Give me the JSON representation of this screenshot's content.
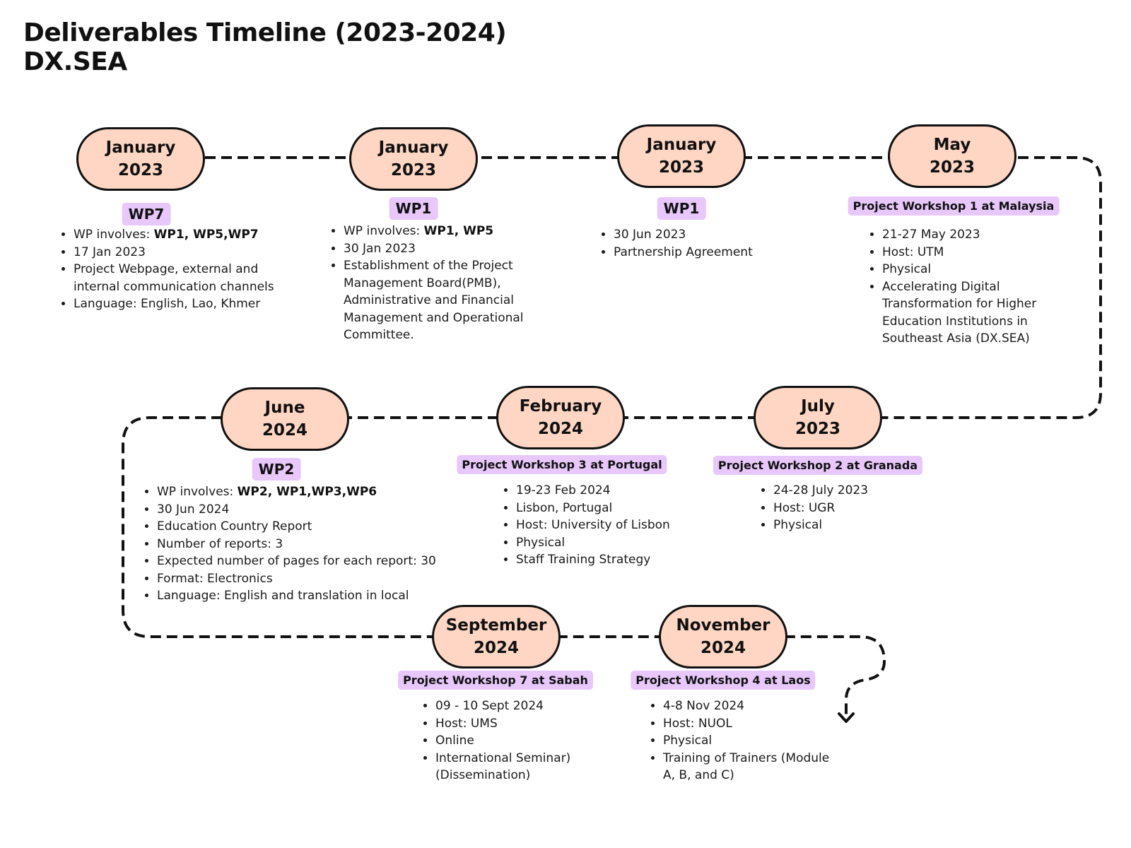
{
  "title": {
    "line1": "Deliverables Timeline (2023-2024)",
    "line2": "DX.SEA"
  },
  "colors": {
    "node_fill": "#ffd6c4",
    "badge_fill": "#e8c7fb",
    "line": "#111111"
  },
  "milestones": [
    {
      "date_line1": "January",
      "date_line2": "2023",
      "badge": "WP7",
      "items": [
        {
          "prefix": "WP involves: ",
          "bold": "WP1, WP5,WP7"
        },
        {
          "text": "17 Jan 2023"
        },
        {
          "text": "Project Webpage, external and internal communication channels"
        },
        {
          "text": "Language: English, Lao, Khmer"
        }
      ]
    },
    {
      "date_line1": "January",
      "date_line2": "2023",
      "badge": "WP1",
      "items": [
        {
          "prefix": "WP involves: ",
          "bold": "WP1, WP5"
        },
        {
          "text": "30 Jan 2023"
        },
        {
          "text": "Establishment of the Project Management Board(PMB), Administrative and Financial Management and Operational Committee."
        }
      ]
    },
    {
      "date_line1": "January",
      "date_line2": "2023",
      "badge": "WP1",
      "items": [
        {
          "text": "30 Jun 2023"
        },
        {
          "text": "Partnership Agreement"
        }
      ]
    },
    {
      "date_line1": "May",
      "date_line2": "2023",
      "badge": "Project Workshop 1 at Malaysia",
      "items": [
        {
          "text": "21-27 May 2023"
        },
        {
          "text": "Host: UTM"
        },
        {
          "text": "Physical"
        },
        {
          "text": "Accelerating Digital Transformation for Higher Education Institutions in Southeast Asia (DX.SEA)"
        }
      ]
    },
    {
      "date_line1": "July",
      "date_line2": "2023",
      "badge": "Project Workshop 2 at Granada",
      "items": [
        {
          "text": "24-28 July 2023"
        },
        {
          "text": "Host: UGR"
        },
        {
          "text": "Physical"
        }
      ]
    },
    {
      "date_line1": "February",
      "date_line2": "2024",
      "badge": "Project Workshop 3 at Portugal",
      "items": [
        {
          "text": "19-23 Feb 2024"
        },
        {
          "text": "Lisbon, Portugal"
        },
        {
          "text": "Host: University of Lisbon"
        },
        {
          "text": "Physical"
        },
        {
          "text": "Staff Training Strategy"
        }
      ]
    },
    {
      "date_line1": "June",
      "date_line2": "2024",
      "badge": "WP2",
      "items": [
        {
          "prefix": "WP involves: ",
          "bold": "WP2, WP1,WP3,WP6"
        },
        {
          "text": "30 Jun 2024"
        },
        {
          "text": "Education Country Report"
        },
        {
          "text": "Number of reports: 3"
        },
        {
          "text": "Expected number of pages for each report: 30"
        },
        {
          "text": "Format: Electronics"
        },
        {
          "text": "Language: English and translation in local"
        }
      ]
    },
    {
      "date_line1": "September",
      "date_line2": "2024",
      "badge": "Project Workshop 7 at Sabah",
      "items": [
        {
          "text": "09 - 10 Sept 2024"
        },
        {
          "text": "Host: UMS"
        },
        {
          "text": "Online"
        },
        {
          "text": "International Seminar) (Dissemination)"
        }
      ]
    },
    {
      "date_line1": "November",
      "date_line2": "2024",
      "badge": "Project Workshop 4 at Laos",
      "items": [
        {
          "text": "4-8 Nov 2024"
        },
        {
          "text": "Host: NUOL"
        },
        {
          "text": "Physical"
        },
        {
          "text": "Training of Trainers (Module A, B, and C)"
        }
      ]
    }
  ]
}
